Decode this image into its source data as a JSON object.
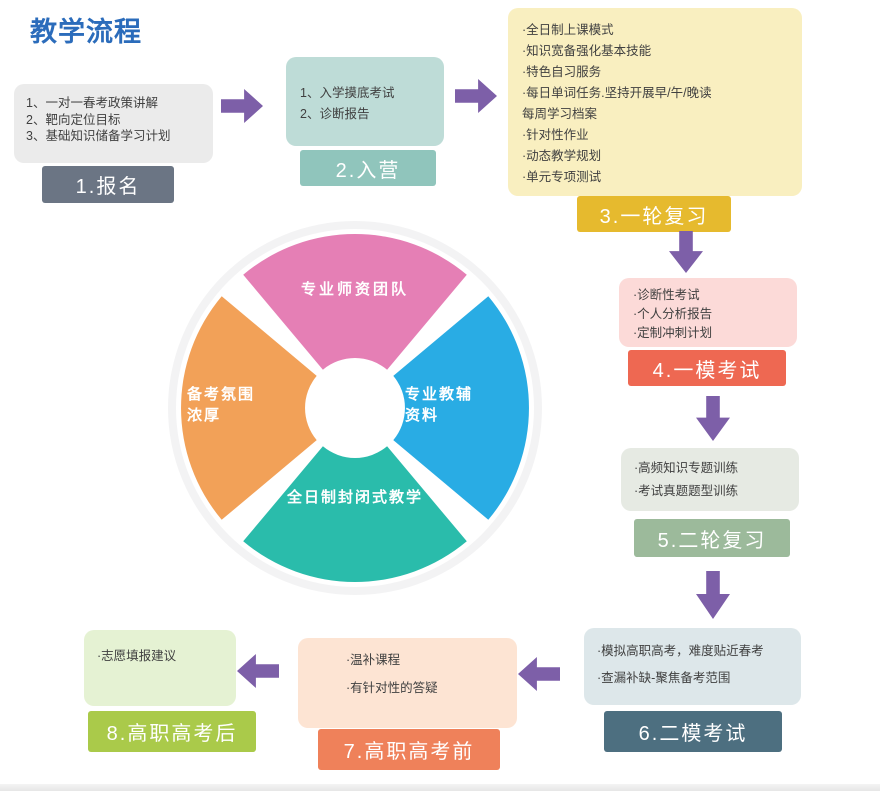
{
  "page": {
    "title": "教学流程",
    "title_color": "#2b6cbb",
    "arrow_color": "#7d5fa8"
  },
  "steps": [
    {
      "label": "1.报名",
      "content_bg": "#ebebeb",
      "label_bg": "#6b7584",
      "items": [
        "1、一对一春考政策讲解",
        "2、靶向定位目标",
        "3、基础知识储备学习计划"
      ]
    },
    {
      "label": "2.入营",
      "content_bg": "#bedcd7",
      "label_bg": "#90c5bc",
      "items": [
        "1、入学摸底考试",
        "2、诊断报告"
      ]
    },
    {
      "label": "3.一轮复习",
      "content_bg": "#f9efc0",
      "label_bg": "#e6ba2e",
      "items": [
        "·全日制上课模式",
        "·知识宽备强化基本技能",
        "·特色自习服务",
        "·每日单词任务.坚持开展早/午/晚读",
        "每周学习档案",
        "·针对性作业",
        "·动态教学规划",
        "·单元专项测试"
      ]
    },
    {
      "label": "4.一模考试",
      "content_bg": "#fcdad8",
      "label_bg": "#ee6852",
      "items": [
        "·诊断性考试",
        "·个人分析报告",
        "·定制冲刺计划"
      ]
    },
    {
      "label": "5.二轮复习",
      "content_bg": "#e6eae3",
      "label_bg": "#9cba9b",
      "items": [
        "·高频知识专题训练",
        "·考试真题题型训练"
      ]
    },
    {
      "label": "6.二模考试",
      "content_bg": "#dde7ea",
      "label_bg": "#4d6f80",
      "items": [
        "·模拟高职高考，难度贴近春考",
        "·查漏补缺-聚焦备考范围"
      ]
    },
    {
      "label": "7.高职高考前",
      "content_bg": "#fde4d3",
      "label_bg": "#ef815a",
      "items": [
        "·温补课程",
        "·有针对性的答疑"
      ]
    },
    {
      "label": "8.高职高考后",
      "content_bg": "#e5f2d3",
      "label_bg": "#aaca4a",
      "items": [
        "·志愿填报建议"
      ]
    }
  ],
  "wheel": {
    "segments": [
      {
        "name": "faculty",
        "color": "#e57fb5",
        "lines": [
          "专业师资团队"
        ]
      },
      {
        "name": "materials",
        "color": "#29ace4",
        "lines": [
          "专业教辅",
          "资料"
        ]
      },
      {
        "name": "atmosphere",
        "color": "#f2a158",
        "lines": [
          "备考氛围",
          "浓厚"
        ]
      },
      {
        "name": "fulltime-teaching",
        "color": "#2abcab",
        "lines": [
          "全日制封闭式教学"
        ]
      }
    ]
  }
}
